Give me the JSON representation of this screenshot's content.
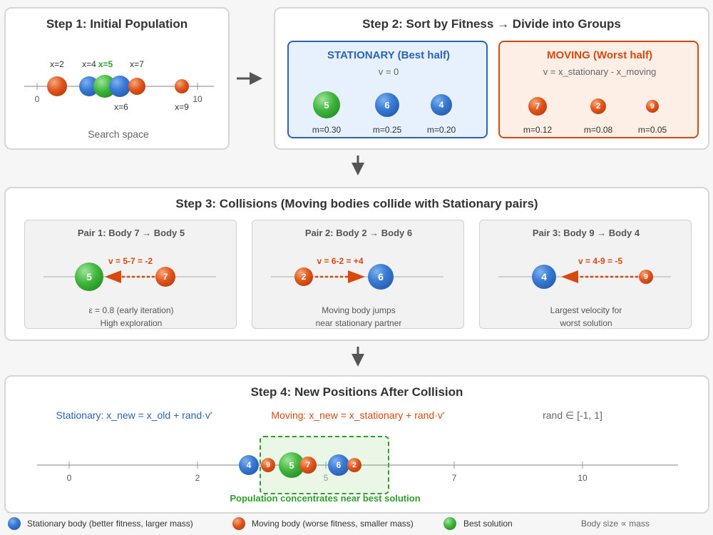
{
  "step1": {
    "title": "Step 1: Initial Population",
    "labels": [
      "x=2",
      "x=4",
      "x=5",
      "x=7",
      "x=6",
      "x=9"
    ],
    "tick_0": "0",
    "tick_10": "10",
    "caption": "Search space"
  },
  "step2": {
    "title": "Step 2: Sort by Fitness → Divide into Groups",
    "stationary": {
      "title": "STATIONARY (Best half)",
      "subtitle": "v = 0",
      "bodies": [
        {
          "id": "5",
          "mass": "m=0.30"
        },
        {
          "id": "6",
          "mass": "m=0.25"
        },
        {
          "id": "4",
          "mass": "m=0.20"
        }
      ]
    },
    "moving": {
      "title": "MOVING (Worst half)",
      "subtitle": "v = x_stationary - x_moving",
      "bodies": [
        {
          "id": "7",
          "mass": "m=0.12"
        },
        {
          "id": "2",
          "mass": "m=0.08"
        },
        {
          "id": "9",
          "mass": "m=0.05"
        }
      ]
    }
  },
  "step3": {
    "title": "Step 3: Collisions (Moving bodies collide with Stationary pairs)",
    "pairs": [
      {
        "title": "Pair 1: Body 7 → Body 5",
        "velocity": "v = 5-7 = -2",
        "stationary": "5",
        "moving": "7",
        "note1": "ε = 0.8 (early iteration)",
        "note2": "High exploration"
      },
      {
        "title": "Pair 2: Body 2 → Body 6",
        "velocity": "v = 6-2 = +4",
        "stationary": "6",
        "moving": "2",
        "note1": "Moving body jumps",
        "note2": "near stationary partner"
      },
      {
        "title": "Pair 3: Body 9 → Body 4",
        "velocity": "v = 4-9 = -5",
        "stationary": "4",
        "moving": "9",
        "note1": "Largest velocity for",
        "note2": "worst solution"
      }
    ]
  },
  "step4": {
    "title": "Step 4: New Positions After Collision",
    "formula_stationary": "Stationary: x_new = x_old + rand·v'",
    "formula_moving": "Moving: x_new = x_stationary + rand·v'",
    "rand_range": "rand ∈ [-1, 1]",
    "ticks": [
      "0",
      "2",
      "5",
      "7",
      "10"
    ],
    "bodies": [
      "4",
      "9",
      "5",
      "7",
      "6",
      "2"
    ],
    "highlight_caption": "Population concentrates near best solution"
  },
  "legend": {
    "stationary": "Stationary body (better fitness, larger mass)",
    "moving": "Moving body (worse fitness, smaller mass)",
    "best": "Best solution",
    "size_note": "Body size ∝ mass"
  },
  "colors": {
    "stationary_blue": "#2a63b8",
    "moving_orange": "#d9480f",
    "best_green": "#2e9e2b",
    "stationary_fill": "#e6f1fd",
    "moving_fill": "#fdeee6"
  }
}
